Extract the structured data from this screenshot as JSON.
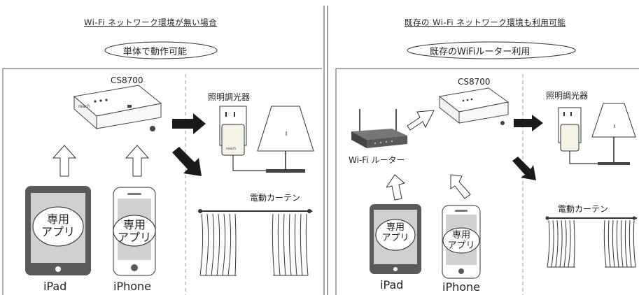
{
  "left": {
    "heading": "Wi-Fi ネットワーク環境が無い場合",
    "oval_label": "単体で動作可能",
    "device": "CS8700",
    "light_label": "照明調光器",
    "curtain_label": "電動カーテン",
    "ipad_app": [
      "専用",
      "アプリ"
    ],
    "iphone_app": [
      "専用",
      "アプリ"
    ],
    "ipad_label": "iPad",
    "iphone_label": "iPhone"
  },
  "right": {
    "heading": "既存の Wi-Fi ネットワーク環境も利用可能",
    "oval_label": "既存のWiFiルーター利用",
    "device": "CS8700",
    "router_label": "Wi-Fi ルーター",
    "light_label": "照明調光器",
    "curtain_label": "電動カーテン",
    "ipad_app": [
      "専用",
      "アプリ"
    ],
    "iphone_app": [
      "専用",
      "アプリ"
    ],
    "ipad_label": "iPad",
    "iphone_label": "iPhone"
  },
  "colors": {
    "line": "#555555",
    "dashed": "#999999",
    "device_dark": "#5a5a5a",
    "screen": "#d0d0d0",
    "arrow_fill": "#1a1a1a"
  }
}
